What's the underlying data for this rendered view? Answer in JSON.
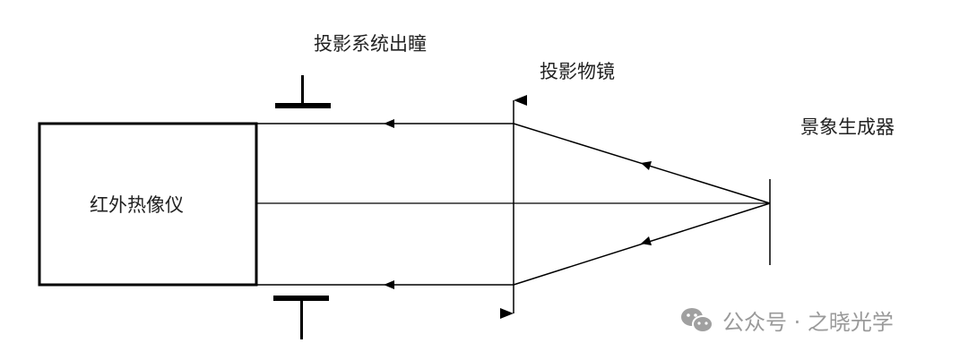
{
  "labels": {
    "pupil": "投影系统出瞳",
    "lens": "投影物镜",
    "scene_generator": "景象生成器",
    "thermal_imager": "红外热像仪"
  },
  "watermark": {
    "text": "公众号 · 之晓光学",
    "icon": "wechat-icon"
  }
}
